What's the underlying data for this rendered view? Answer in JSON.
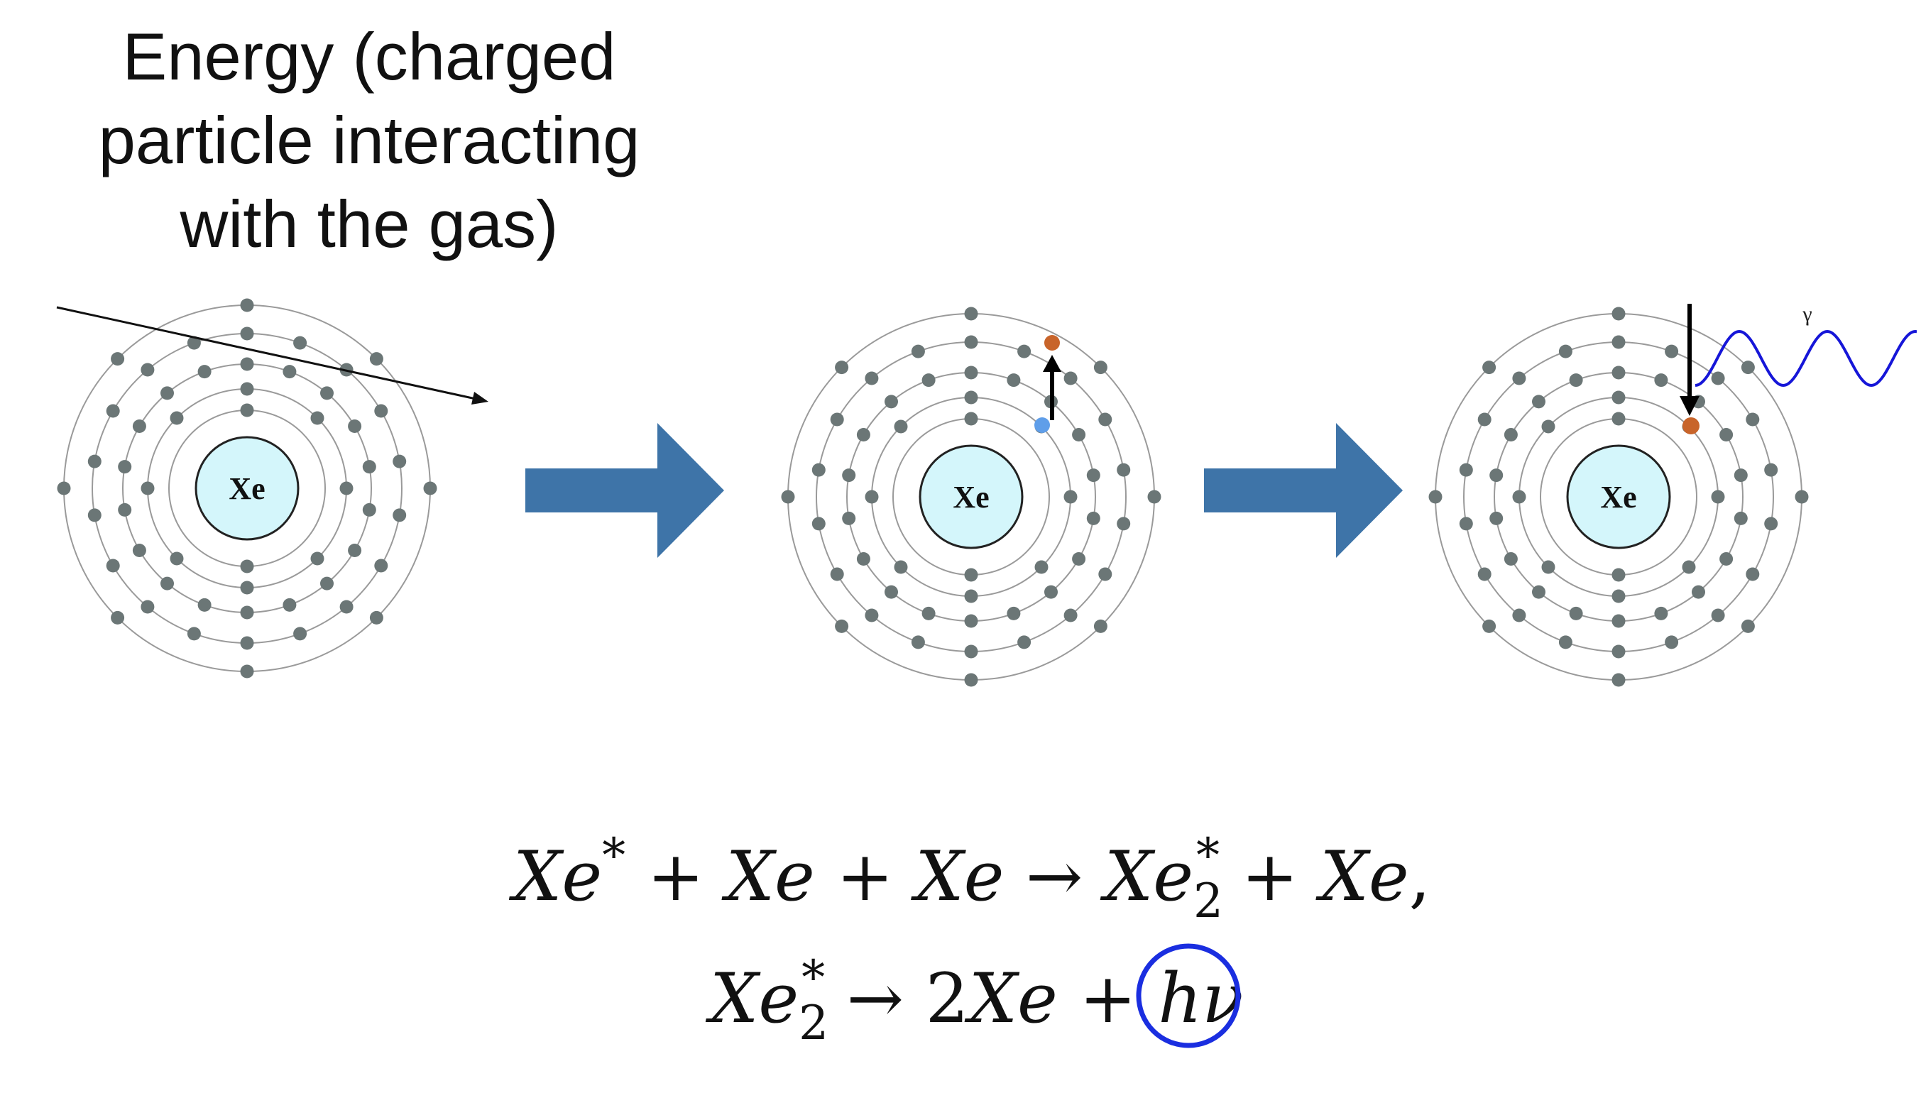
{
  "energy_label": {
    "line1": "Energy (charged",
    "line2": "particle interacting",
    "line3": "with the gas)"
  },
  "atoms": [
    {
      "label": "Xe",
      "state": "ground",
      "incoming_track": true
    },
    {
      "label": "Xe",
      "state": "excited",
      "excitation_arrow": "up"
    },
    {
      "label": "Xe",
      "state": "de-excitation",
      "deexcitation_arrow": "down",
      "emits": "gamma"
    }
  ],
  "electron_shells_counts": [
    2,
    8,
    18,
    18,
    8
  ],
  "photon_label": "γ",
  "equations": {
    "line1": {
      "t1": "Xe",
      "t1_sup": "*",
      "op1": " + ",
      "t2": "Xe",
      "op2": " + ",
      "t3": "Xe",
      "arrow": " → ",
      "t4": "Xe",
      "t4_sub": "2",
      "t4_sup": "*",
      "op3": " + ",
      "t5": "Xe",
      "end": ","
    },
    "line2": {
      "t1": "Xe",
      "t1_sub": "2",
      "t1_sup": "*",
      "arrow": " → ",
      "coef": "2",
      "t2": "Xe",
      "op": " + ",
      "t3": "hν"
    }
  },
  "colors": {
    "nucleus_fill": "#d4f6fb",
    "electron": "#6b7676",
    "excited_electron": "#c8642a",
    "hole": "#5f9ee9",
    "big_arrow": "#3e74a8",
    "photon_wave": "#1616d8",
    "highlight_circle": "#1a2ee0"
  }
}
